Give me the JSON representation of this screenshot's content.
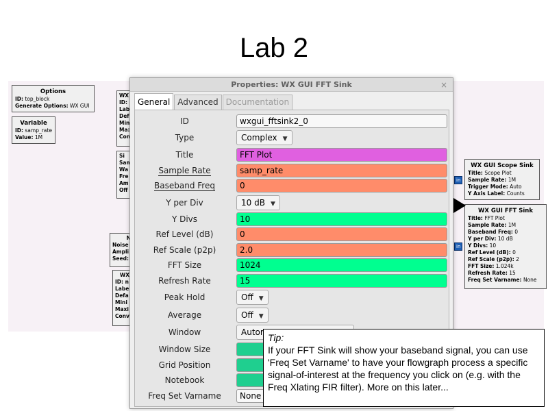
{
  "slide": {
    "title": "Lab 2"
  },
  "flowgraph": {
    "options_block": {
      "title": "Options",
      "rows": [
        {
          "k": "ID:",
          "v": " top_block"
        },
        {
          "k": "Generate Options:",
          "v": " WX GUI"
        }
      ]
    },
    "variable_block": {
      "title": "Variable",
      "rows": [
        {
          "k": "ID:",
          "v": " samp_rate"
        },
        {
          "k": "Value:",
          "v": " 1M"
        }
      ]
    },
    "partial_block_1": {
      "lines": [
        "WX",
        "ID:",
        "Lab",
        "Def",
        "Min",
        "Ma:",
        "Con"
      ]
    },
    "partial_block_2": {
      "lines": [
        "Si",
        "Sam",
        "Wa",
        "Fre",
        "Am",
        "Off"
      ]
    },
    "partial_block_3": {
      "lines": [
        "No",
        "Noise T",
        "Ampli",
        "Seed:"
      ]
    },
    "partial_block_4": {
      "lines": [
        "WX",
        "ID: n",
        "Labe",
        "Defa",
        "Mini",
        "Maxi",
        "Conv"
      ]
    },
    "scope_sink": {
      "title": "WX GUI Scope Sink",
      "rows": [
        {
          "k": "Title:",
          "v": " Scope Plot"
        },
        {
          "k": "Sample Rate:",
          "v": " 1M"
        },
        {
          "k": "Trigger Mode:",
          "v": " Auto"
        },
        {
          "k": "Y Axis Label:",
          "v": " Counts"
        }
      ]
    },
    "fft_sink": {
      "title": "WX GUI FFT Sink",
      "rows": [
        {
          "k": "Title:",
          "v": " FFT Plot"
        },
        {
          "k": "Sample Rate:",
          "v": " 1M"
        },
        {
          "k": "Baseband Freq:",
          "v": " 0"
        },
        {
          "k": "Y per Div:",
          "v": " 10 dB"
        },
        {
          "k": "Y Divs:",
          "v": " 10"
        },
        {
          "k": "Ref Level (dB):",
          "v": " 0"
        },
        {
          "k": "Ref Scale (p2p):",
          "v": " 2"
        },
        {
          "k": "FFT Size:",
          "v": " 1.024k"
        },
        {
          "k": "Refresh Rate:",
          "v": " 15"
        },
        {
          "k": "Freq Set Varname:",
          "v": " None"
        }
      ]
    },
    "port_label": "in"
  },
  "dialog": {
    "title": "Properties: WX GUI FFT Sink",
    "close_glyph": "×",
    "tabs": [
      "General",
      "Advanced",
      "Documentation"
    ],
    "params": {
      "id": {
        "label": "ID",
        "value": "wxgui_fftsink2_0"
      },
      "type": {
        "label": "Type",
        "value": "Complex"
      },
      "title": {
        "label": "Title",
        "value": "FFT Plot"
      },
      "sample_rate": {
        "label": "Sample Rate",
        "value": "samp_rate"
      },
      "baseband_freq": {
        "label": "Baseband Freq",
        "value": "0"
      },
      "y_per_div": {
        "label": "Y per Div",
        "value": "10 dB"
      },
      "y_divs": {
        "label": "Y Divs",
        "value": "10"
      },
      "ref_level": {
        "label": "Ref Level (dB)",
        "value": "0"
      },
      "ref_scale": {
        "label": "Ref Scale (p2p)",
        "value": "2.0"
      },
      "fft_size": {
        "label": "FFT Size",
        "value": "1024"
      },
      "refresh_rate": {
        "label": "Refresh Rate",
        "value": "15"
      },
      "peak_hold": {
        "label": "Peak Hold",
        "value": "Off"
      },
      "average": {
        "label": "Average",
        "value": "Off"
      },
      "window": {
        "label": "Window",
        "value": "Automa"
      },
      "window_size": {
        "label": "Window Size",
        "value": ""
      },
      "grid_position": {
        "label": "Grid Position",
        "value": ""
      },
      "notebook": {
        "label": "Notebook",
        "value": ""
      },
      "freq_set_varname": {
        "label": "Freq Set Varname",
        "value": "None"
      }
    }
  },
  "tip": {
    "heading": "Tip:",
    "body": "If your FFT Sink will show your baseband signal, you can use 'Freq Set Varname' to have your flowgraph process a specific signal-of-interest at the frequency you click on (e.g. with the Freq Xlating FIR filter). More on this later..."
  },
  "colors": {
    "title_field": "#e060e0",
    "orange_field": "#ff8c6a",
    "green_field": "#00ff90",
    "port_blue": "#1e5fb5"
  }
}
